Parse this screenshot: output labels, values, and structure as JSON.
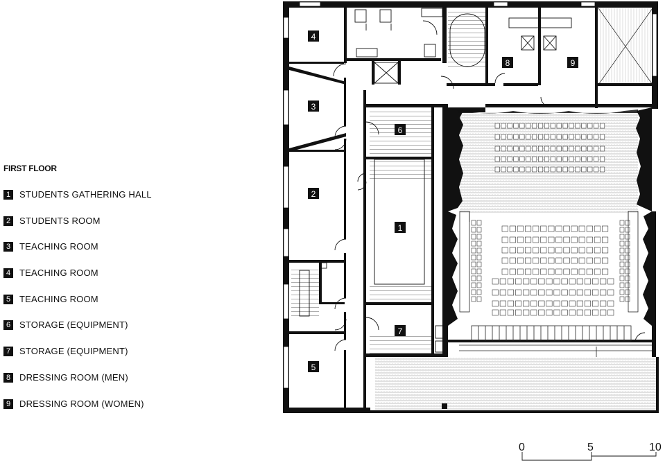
{
  "legend": {
    "title": "FIRST FLOOR",
    "items": [
      {
        "num": "1",
        "label": "STUDENTS GATHERING HALL"
      },
      {
        "num": "2",
        "label": "STUDENTS ROOM"
      },
      {
        "num": "3",
        "label": "TEACHING ROOM"
      },
      {
        "num": "4",
        "label": "TEACHING ROOM"
      },
      {
        "num": "5",
        "label": "TEACHING ROOM"
      },
      {
        "num": "6",
        "label": "STORAGE (EQUIPMENT)"
      },
      {
        "num": "7",
        "label": "STORAGE (EQUIPMENT)"
      },
      {
        "num": "8",
        "label": "DRESSING ROOM (MEN)"
      },
      {
        "num": "9",
        "label": "DRESSING ROOM (WOMEN)"
      }
    ]
  },
  "plan_tags": {
    "r1": "1",
    "r2": "2",
    "r3": "3",
    "r4": "4",
    "r5": "5",
    "r6": "6",
    "r7": "7",
    "r8": "8",
    "r9": "9"
  },
  "scale": {
    "s0": "0",
    "s5": "5",
    "s10": "10"
  },
  "colors": {
    "ink": "#111111",
    "paper": "#ffffff",
    "hatch": "#8c8c8c"
  }
}
